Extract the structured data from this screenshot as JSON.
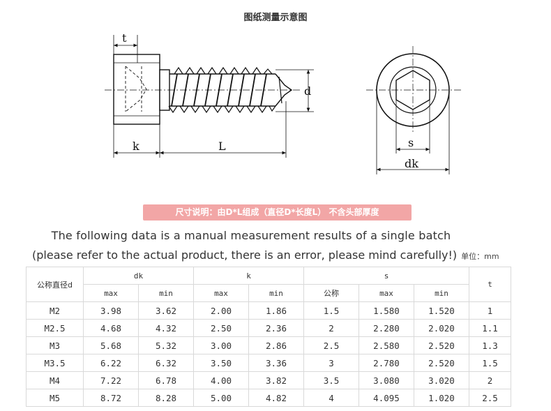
{
  "title": "图纸测量示意图",
  "drawing": {
    "labels": {
      "t": "t",
      "d": "d",
      "k": "k",
      "L": "L",
      "s": "s",
      "dk": "dk"
    }
  },
  "banner": "尺寸说明：由D*L组成（直径D*长度L） 不含头部厚度",
  "notes": {
    "line1": "The following data is a manual measurement results of a single batch",
    "line2": "(please refer to the actual product, there is an error, please mind carefully!)",
    "unit": "单位：mm"
  },
  "table": {
    "headers": {
      "nominal": "公称直径d",
      "dk": "dk",
      "k": "k",
      "s": "s",
      "t": "t"
    },
    "subheaders": {
      "max": "max",
      "min": "min",
      "nominal": "公称"
    },
    "rows": [
      {
        "size": "M2",
        "dk_max": "3.98",
        "dk_min": "3.62",
        "k_max": "2.00",
        "k_min": "1.86",
        "s_nom": "1.5",
        "s_max": "1.580",
        "s_min": "1.520",
        "t": "1"
      },
      {
        "size": "M2.5",
        "dk_max": "4.68",
        "dk_min": "4.32",
        "k_max": "2.50",
        "k_min": "2.36",
        "s_nom": "2",
        "s_max": "2.280",
        "s_min": "2.020",
        "t": "1.1"
      },
      {
        "size": "M3",
        "dk_max": "5.68",
        "dk_min": "5.32",
        "k_max": "3.00",
        "k_min": "2.86",
        "s_nom": "2.5",
        "s_max": "2.580",
        "s_min": "2.520",
        "t": "1.3"
      },
      {
        "size": "M3.5",
        "dk_max": "6.22",
        "dk_min": "6.32",
        "k_max": "3.50",
        "k_min": "3.36",
        "s_nom": "3",
        "s_max": "2.780",
        "s_min": "2.520",
        "t": "1.5"
      },
      {
        "size": "M4",
        "dk_max": "7.22",
        "dk_min": "6.78",
        "k_max": "4.00",
        "k_min": "3.82",
        "s_nom": "3.5",
        "s_max": "3.080",
        "s_min": "3.020",
        "t": "2"
      },
      {
        "size": "M5",
        "dk_max": "8.72",
        "dk_min": "8.28",
        "k_max": "5.00",
        "k_min": "4.82",
        "s_nom": "4",
        "s_max": "4.095",
        "s_min": "1.020",
        "t": "2.5"
      }
    ]
  }
}
